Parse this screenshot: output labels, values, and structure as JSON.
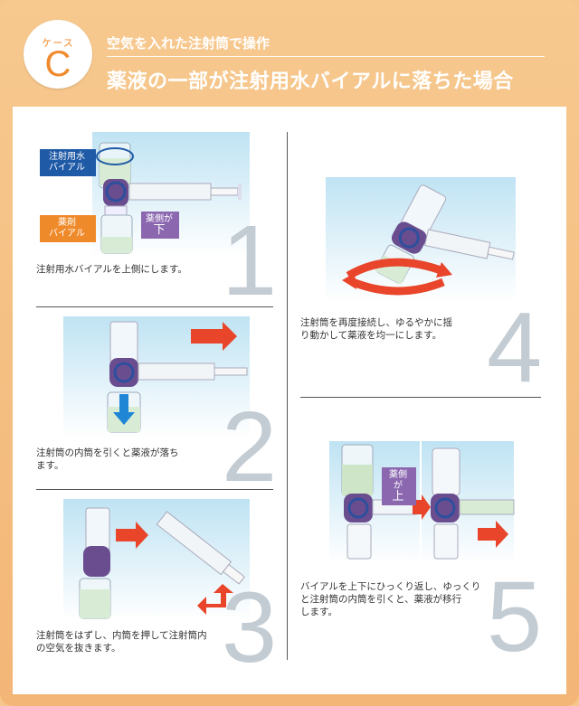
{
  "header": {
    "badge_top": "ケース",
    "badge_letter": "C",
    "subtitle": "空気を入れた注射筒で操作",
    "title": "薬液の一部が注射用水バイアルに落ちた場合"
  },
  "labels": {
    "water_vial_l1": "注射用水",
    "water_vial_l2": "バイアル",
    "drug_vial_l1": "薬剤",
    "drug_vial_l2": "バイアル",
    "drug_side_down_l1": "薬側が",
    "drug_side_down_l2": "下",
    "drug_side_up_l1": "薬側が",
    "drug_side_up_l2": "上"
  },
  "steps": [
    {
      "number": "1",
      "line1": "注射用水バイアルを上側にします。",
      "line2": ""
    },
    {
      "number": "2",
      "line1": "注射筒の内筒を引くと薬液が落ち",
      "line2": "ます。"
    },
    {
      "number": "3",
      "line1": "注射筒をはずし、内筒を押して注射筒内",
      "line2": "の空気を抜きます。"
    },
    {
      "number": "4",
      "line1": "注射筒を再度接続し、ゆるやかに揺",
      "line2": "り動かして薬液を均一にします。"
    },
    {
      "number": "5",
      "line1": "バイアルを上下にひっくり返し、ゆっくり",
      "line2": "と注射筒の内筒を引くと、薬液が移行",
      "line3": "します。"
    }
  ],
  "colors": {
    "accent": "#f08a2e",
    "navy_tag": "#1f5aa6",
    "orange_tag": "#ef8a2a",
    "purple_tag": "#8b67b0",
    "arrow_red": "#e8452a",
    "connector": "#6a4d8f",
    "liquid": "#cfe5c8",
    "step_number": "#c3ccd3"
  }
}
